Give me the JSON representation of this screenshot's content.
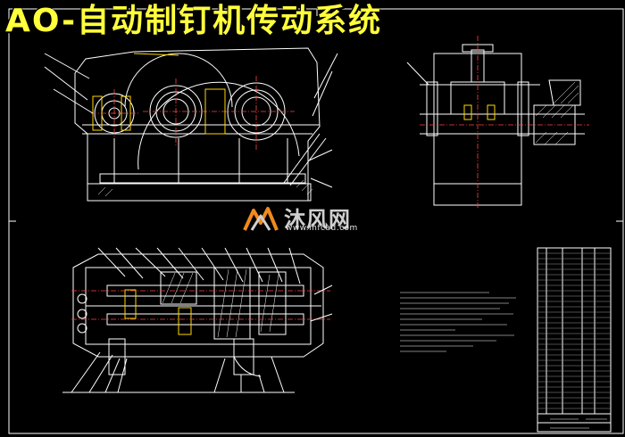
{
  "drawing": {
    "title": "AO-自动制钉机传动系统"
  },
  "watermark": {
    "name": "沐风网",
    "url": "www.mfcad.com",
    "logo_icon": "mfcad-logo-icon"
  },
  "colors": {
    "background": "#000000",
    "title": "#ffff3c",
    "line": "#ffffff",
    "accent": "#ffd900",
    "centerline": "#ff4040"
  }
}
